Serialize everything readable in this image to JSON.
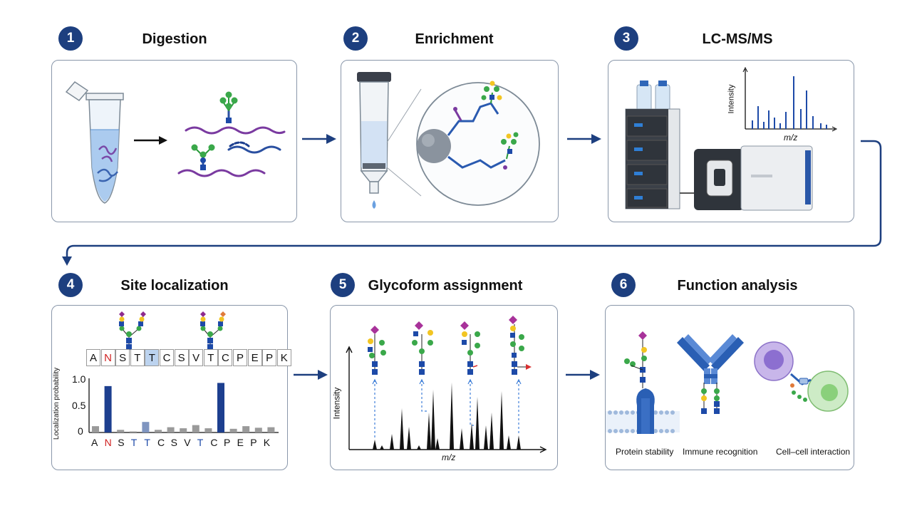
{
  "steps": [
    {
      "num": "1",
      "title": "Digestion"
    },
    {
      "num": "2",
      "title": "Enrichment"
    },
    {
      "num": "3",
      "title": "LC-MS/MS"
    },
    {
      "num": "4",
      "title": "Site localization"
    },
    {
      "num": "5",
      "title": "Glycoform assignment"
    },
    {
      "num": "6",
      "title": "Function analysis"
    }
  ],
  "lcms": {
    "ylabel": "Intensity",
    "xlabel": "m/z"
  },
  "site": {
    "sequence": [
      "A",
      "N",
      "S",
      "T",
      "T",
      "C",
      "S",
      "V",
      "T",
      "C",
      "P",
      "E",
      "P",
      "K"
    ],
    "ylabel": "Localization probability",
    "yticks": [
      "1.0",
      "0.5",
      "0"
    ],
    "probabilities": [
      0.12,
      0.88,
      0.05,
      0.02,
      0.2,
      0.05,
      0.1,
      0.08,
      0.14,
      0.08,
      0.94,
      0.07,
      0.12,
      0.09,
      0.1
    ],
    "axis_letters": [
      "A",
      "N",
      "S",
      "T",
      "T",
      "C",
      "S",
      "V",
      "T",
      "C",
      "P",
      "E",
      "P",
      "K"
    ],
    "colors": {
      "accent_red": "#d02020",
      "accent_blue": "#1d4aa8",
      "bar_main": "#1d3f8f",
      "bar_minor": "#9a9a9a"
    }
  },
  "glyco": {
    "ylabel": "Intensity",
    "xlabel": "m/z"
  },
  "function": {
    "captions": [
      "Protein stability",
      "Immune recognition",
      "Cell–cell interaction"
    ]
  }
}
